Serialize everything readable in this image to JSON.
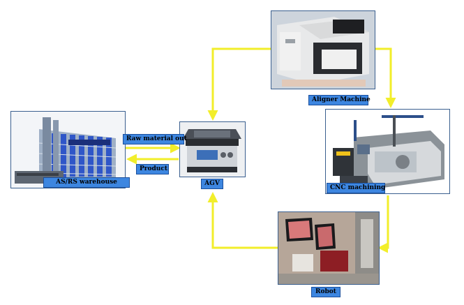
{
  "nodes": {
    "warehouse": {
      "label": "AS/RS warehouse"
    },
    "agv": {
      "label": "AGV"
    },
    "aligner": {
      "label": "Aligner Machine"
    },
    "cnc": {
      "label": "CNC machining"
    },
    "robot": {
      "label": "Robot"
    }
  },
  "edges": {
    "raw_material": {
      "label": "Raw material out"
    },
    "product": {
      "label": "Product"
    }
  },
  "colors": {
    "arrow": "#f2ee2a",
    "label_fill": "#3d86e0",
    "label_border": "#1b4f9c"
  }
}
